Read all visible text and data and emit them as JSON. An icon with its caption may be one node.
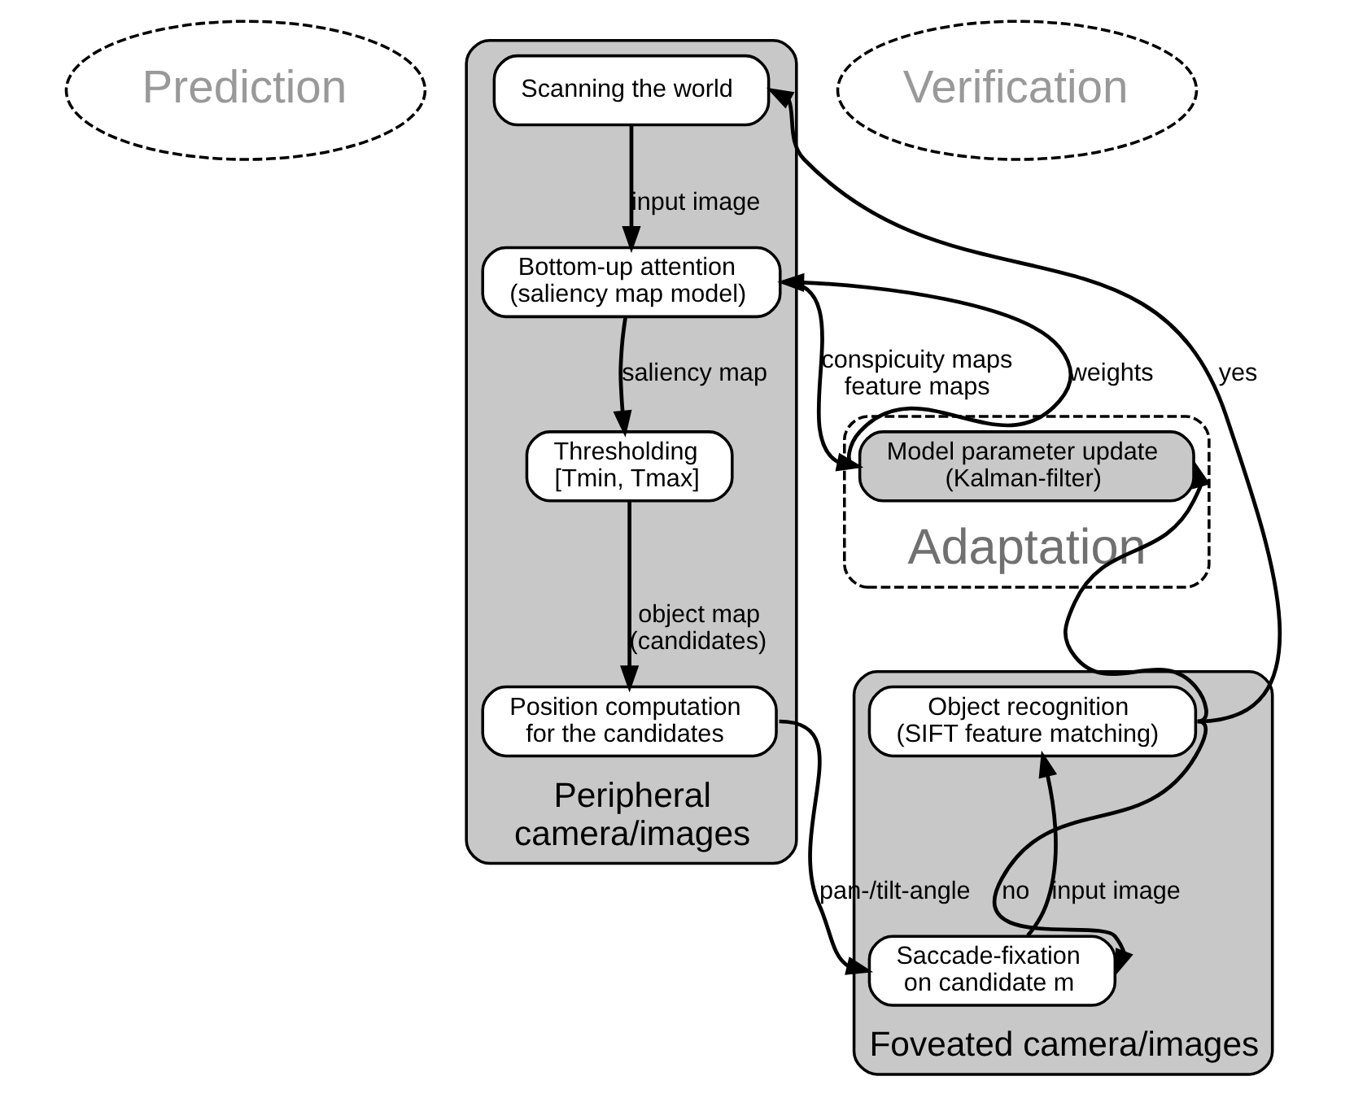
{
  "diagram": {
    "nodes": [
      {
        "text": [
          "Prediction"
        ]
      },
      {
        "text": [
          "Peripheral camera/images"
        ]
      },
      {
        "text": [
          "Scanning the world"
        ],
        "in": 1
      },
      {
        "text": [
          "Bottom-up attention (saliency map model)"
        ],
        "in": 1
      },
      {
        "text": [
          "Thresholding [Tmin, Tmax]"
        ],
        "in": 1
      },
      {
        "text": [
          "Position computation for the candidates"
        ],
        "in": 1
      },
      {
        "text": [
          "Adaptation"
        ]
      },
      {
        "text": [
          "Model parameter update (Kalman-filter)"
        ],
        "in": 6
      },
      {
        "text": [
          "Verification"
        ]
      },
      {
        "text": [
          "Foveated camera/images"
        ]
      },
      {
        "text": [
          "Object recognition (SIFT feature matching)"
        ],
        "in": 9
      },
      {
        "text": [
          "Saccade-fixation on candidate m"
        ],
        "in": 9
      }
    ],
    "edges": [
      {
        "from": 2,
        "to": 3,
        "arrow": "to",
        "label": "input image"
      },
      {
        "from": 3,
        "to": 4,
        "arrow": "to",
        "label": "saliency map"
      },
      {
        "from": 4,
        "to": 5,
        "arrow": "to",
        "label": "object map (candidates)"
      },
      {
        "from": 7,
        "to": 3,
        "arrow": "to",
        "label": "weights"
      },
      {
        "from": 3,
        "to": 7,
        "arrow": "to",
        "label": "conspicuity maps feature maps"
      },
      {
        "from": 5,
        "to": 11,
        "arrow": "to",
        "label": "pan-/tilt-angle"
      },
      {
        "from": 11,
        "to": 10,
        "arrow": "to",
        "label": "input image"
      },
      {
        "from": 10,
        "to": 7,
        "arrow": "to"
      },
      {
        "from": 10,
        "to": 2,
        "arrow": "to",
        "label": "yes"
      },
      {
        "from": 10,
        "to": 11,
        "arrow": "to",
        "label": "no"
      }
    ]
  }
}
